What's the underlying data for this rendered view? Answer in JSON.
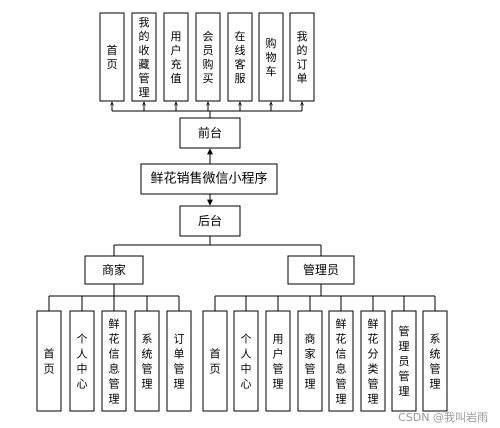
{
  "frontend": {
    "label": "前台",
    "items": [
      "首页",
      "我的收藏管理",
      "用户充值",
      "会员购买",
      "在线客服",
      "购物车",
      "我的订单"
    ]
  },
  "center": {
    "label": "鲜花销售微信小程序"
  },
  "backend": {
    "label": "后台"
  },
  "merchant": {
    "label": "商家",
    "items": [
      "首页",
      "个人中心",
      "鲜花信息管理",
      "系统管理",
      "订单管理"
    ]
  },
  "admin": {
    "label": "管理员",
    "items": [
      "首页",
      "个人中心",
      "用户管理",
      "商家管理",
      "鲜花信息管理",
      "鲜花分类管理",
      "管理员管理",
      "系统管理"
    ]
  },
  "watermark": "CSDN @我叫岩雨"
}
